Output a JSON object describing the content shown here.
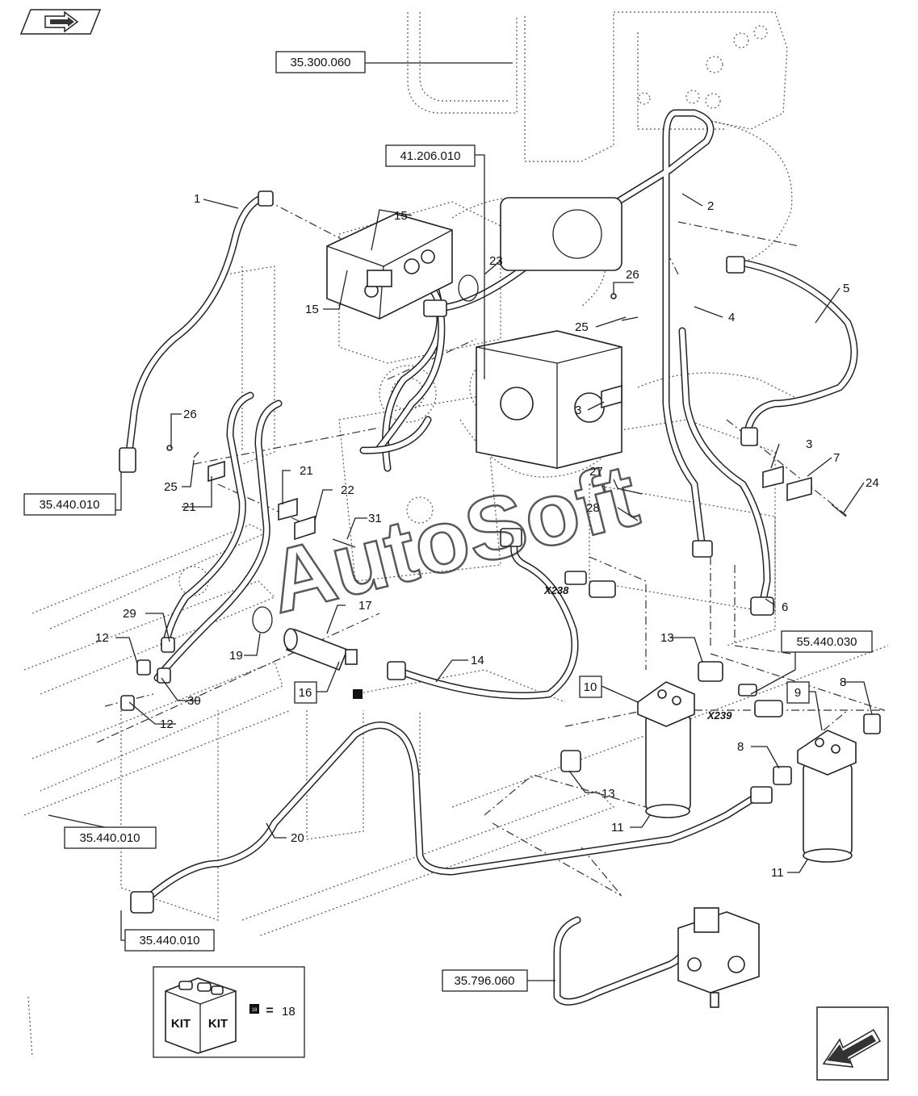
{
  "references": {
    "r1": "35.300.060",
    "r2": "41.206.010",
    "r3": "35.440.010",
    "r4": "35.440.010",
    "r5": "35.440.010",
    "r6": "55.440.030",
    "r7": "35.796.060"
  },
  "callouts": {
    "c1": "1",
    "c2": "2",
    "c3": "3",
    "c3b": "3",
    "c4": "4",
    "c5": "5",
    "c6": "6",
    "c7": "7",
    "c8": "8",
    "c8b": "8",
    "c9": "9",
    "c10": "10",
    "c11": "11",
    "c11b": "11",
    "c12": "12",
    "c12b": "12",
    "c13": "13",
    "c13b": "13",
    "c14": "14",
    "c15": "15",
    "c15b": "15",
    "c16": "16",
    "c17": "17",
    "c19": "19",
    "c20": "20",
    "c21": "21",
    "c21b": "21",
    "c22": "22",
    "c23": "23",
    "c24": "24",
    "c25": "25",
    "c25b": "25",
    "c26": "26",
    "c26b": "26",
    "c27": "27",
    "c28": "28",
    "c29": "29",
    "c30": "30",
    "c31": "31"
  },
  "connectors": {
    "x238": "X238",
    "x239": "X239"
  },
  "kit": {
    "word1": "KIT",
    "word2": "KIT",
    "badge": "18",
    "equals": "=",
    "value": "18"
  },
  "watermark": "AutoSoft"
}
